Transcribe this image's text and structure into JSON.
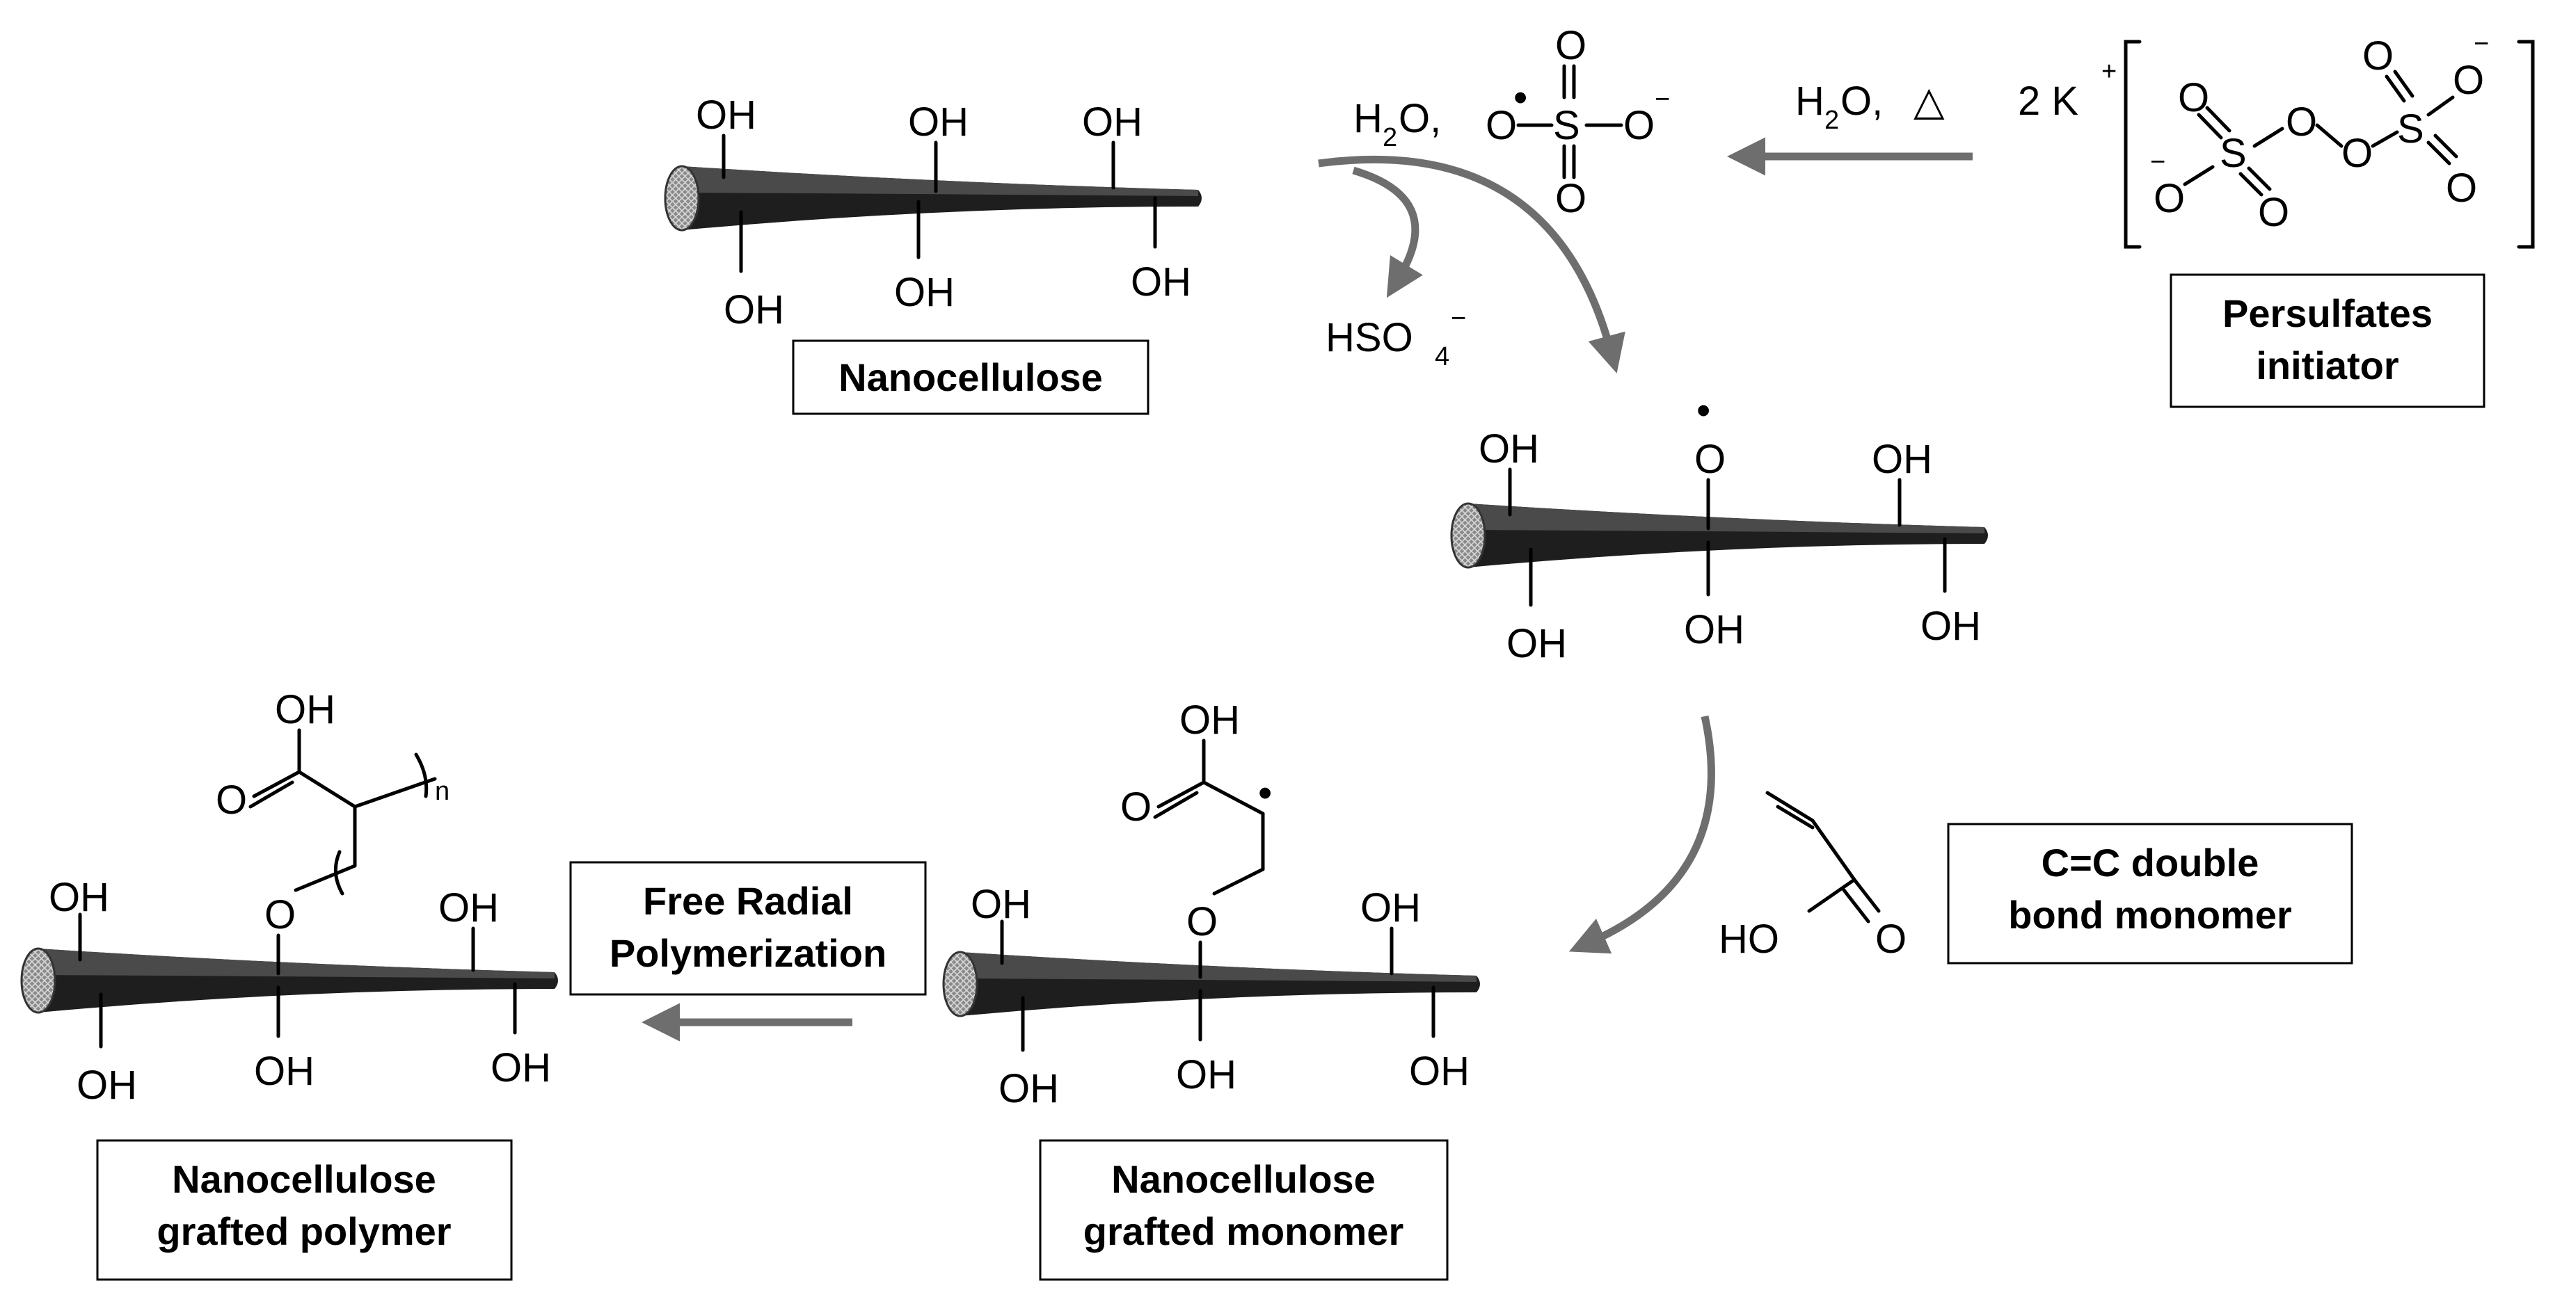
{
  "labels": {
    "nanocellulose": "Nanocellulose",
    "initiator": [
      "Persulfates",
      "initiator"
    ],
    "monomer_box": [
      "C=C double",
      "bond monomer"
    ],
    "polymerization": [
      "Free Radial",
      "Polymerization"
    ],
    "grafted_monomer": [
      "Nanocellulose",
      "grafted monomer"
    ],
    "grafted_polymer": [
      "Nanocellulose",
      "grafted polymer"
    ]
  },
  "chem": {
    "oh": "OH",
    "o": "O",
    "s": "S",
    "ho": "HO",
    "water_heat": "H",
    "water_tail": "O,",
    "sub2": "2",
    "sub4": "4",
    "minus": "−",
    "plus": "+",
    "radical_dot": "•",
    "delta": "△",
    "two_k": "2 K",
    "hso": "HSO",
    "n": "n"
  },
  "colors": {
    "arrow": "#6e6e6e",
    "rod_dark": "#1e1e1e",
    "rod_mid": "#4a4a4a"
  }
}
